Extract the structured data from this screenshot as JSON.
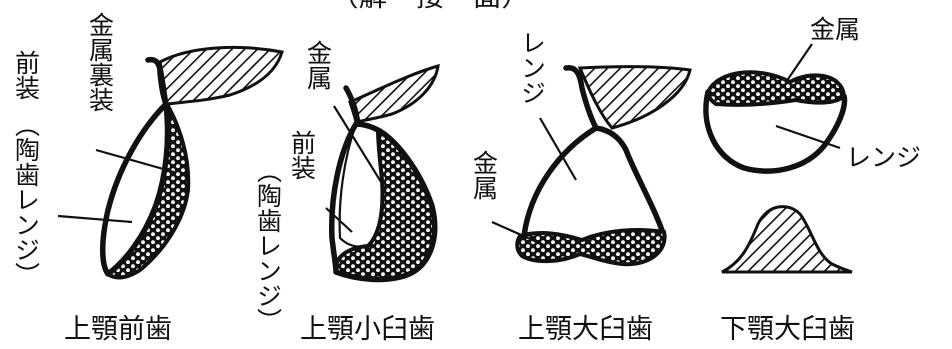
{
  "header_partial": "（解　接　面）",
  "figures": [
    {
      "caption": "上顎前歯",
      "labels": {
        "front": "前装",
        "front_note": "（陶歯レンジ）",
        "metal": "金属裏装"
      }
    },
    {
      "caption": "上顎小臼歯",
      "labels": {
        "metal": "金属",
        "front": "前装",
        "front_note": "（陶歯レンジ）"
      }
    },
    {
      "caption": "上顎大臼歯",
      "labels": {
        "resin": "レンジ",
        "metal": "金属"
      }
    },
    {
      "caption": "下顎大臼歯",
      "labels": {
        "metal": "金属",
        "resin": "レンジ"
      }
    }
  ],
  "colors": {
    "ink": "#111111",
    "paper": "#ffffff"
  }
}
